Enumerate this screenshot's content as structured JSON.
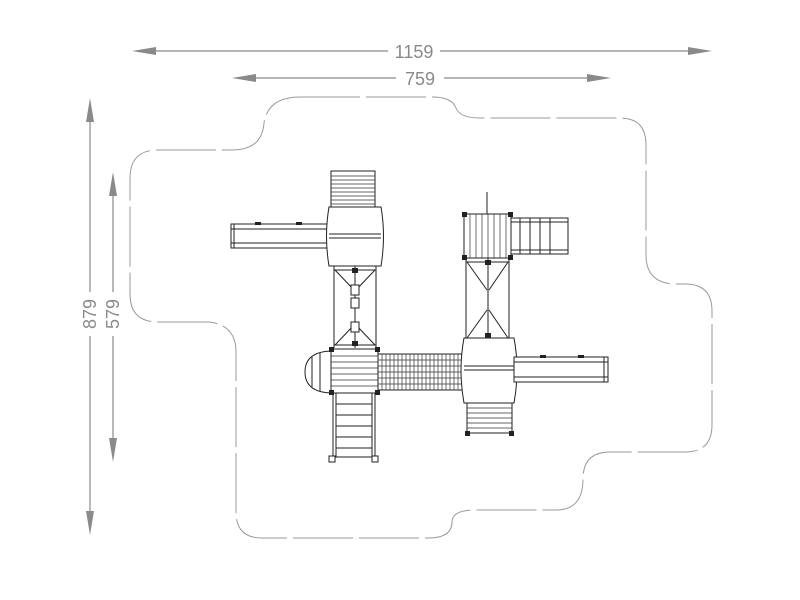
{
  "dimensions": {
    "overall_width": "1159",
    "inner_width": "759",
    "overall_depth": "879",
    "inner_depth": "579"
  },
  "colors": {
    "dimension": "#8a8a8a",
    "equipment": "#222222",
    "safety_zone": "#9a9a9a"
  }
}
